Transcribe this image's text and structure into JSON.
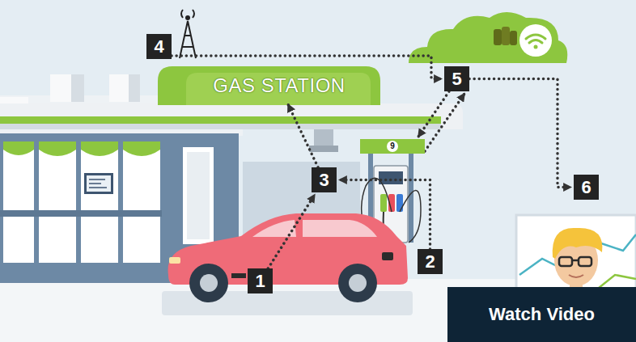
{
  "diagram": {
    "nodes": [
      {
        "text": [
          "4"
        ]
      },
      {
        "text": [
          "GAS STATION"
        ]
      },
      {
        "text": [
          "5"
        ]
      },
      {
        "text": [
          "9"
        ]
      },
      {
        "text": [
          "3"
        ]
      },
      {
        "text": [
          "6"
        ]
      },
      {
        "text": [
          "2"
        ]
      },
      {
        "text": [
          "1"
        ]
      },
      {
        "text": [
          "Watch Video"
        ]
      }
    ],
    "edges": [
      {
        "from": 7,
        "to": 4,
        "arrow": "to"
      },
      {
        "from": 6,
        "to": 4,
        "arrow": "to"
      },
      {
        "from": 4,
        "to": 1,
        "arrow": "to"
      },
      {
        "from": 0,
        "to": 2,
        "arrow": "to"
      },
      {
        "from": 3,
        "to": 2,
        "arrow": "to"
      },
      {
        "from": 2,
        "to": 3,
        "arrow": "to"
      },
      {
        "from": 2,
        "to": 5,
        "arrow": "to"
      }
    ]
  }
}
